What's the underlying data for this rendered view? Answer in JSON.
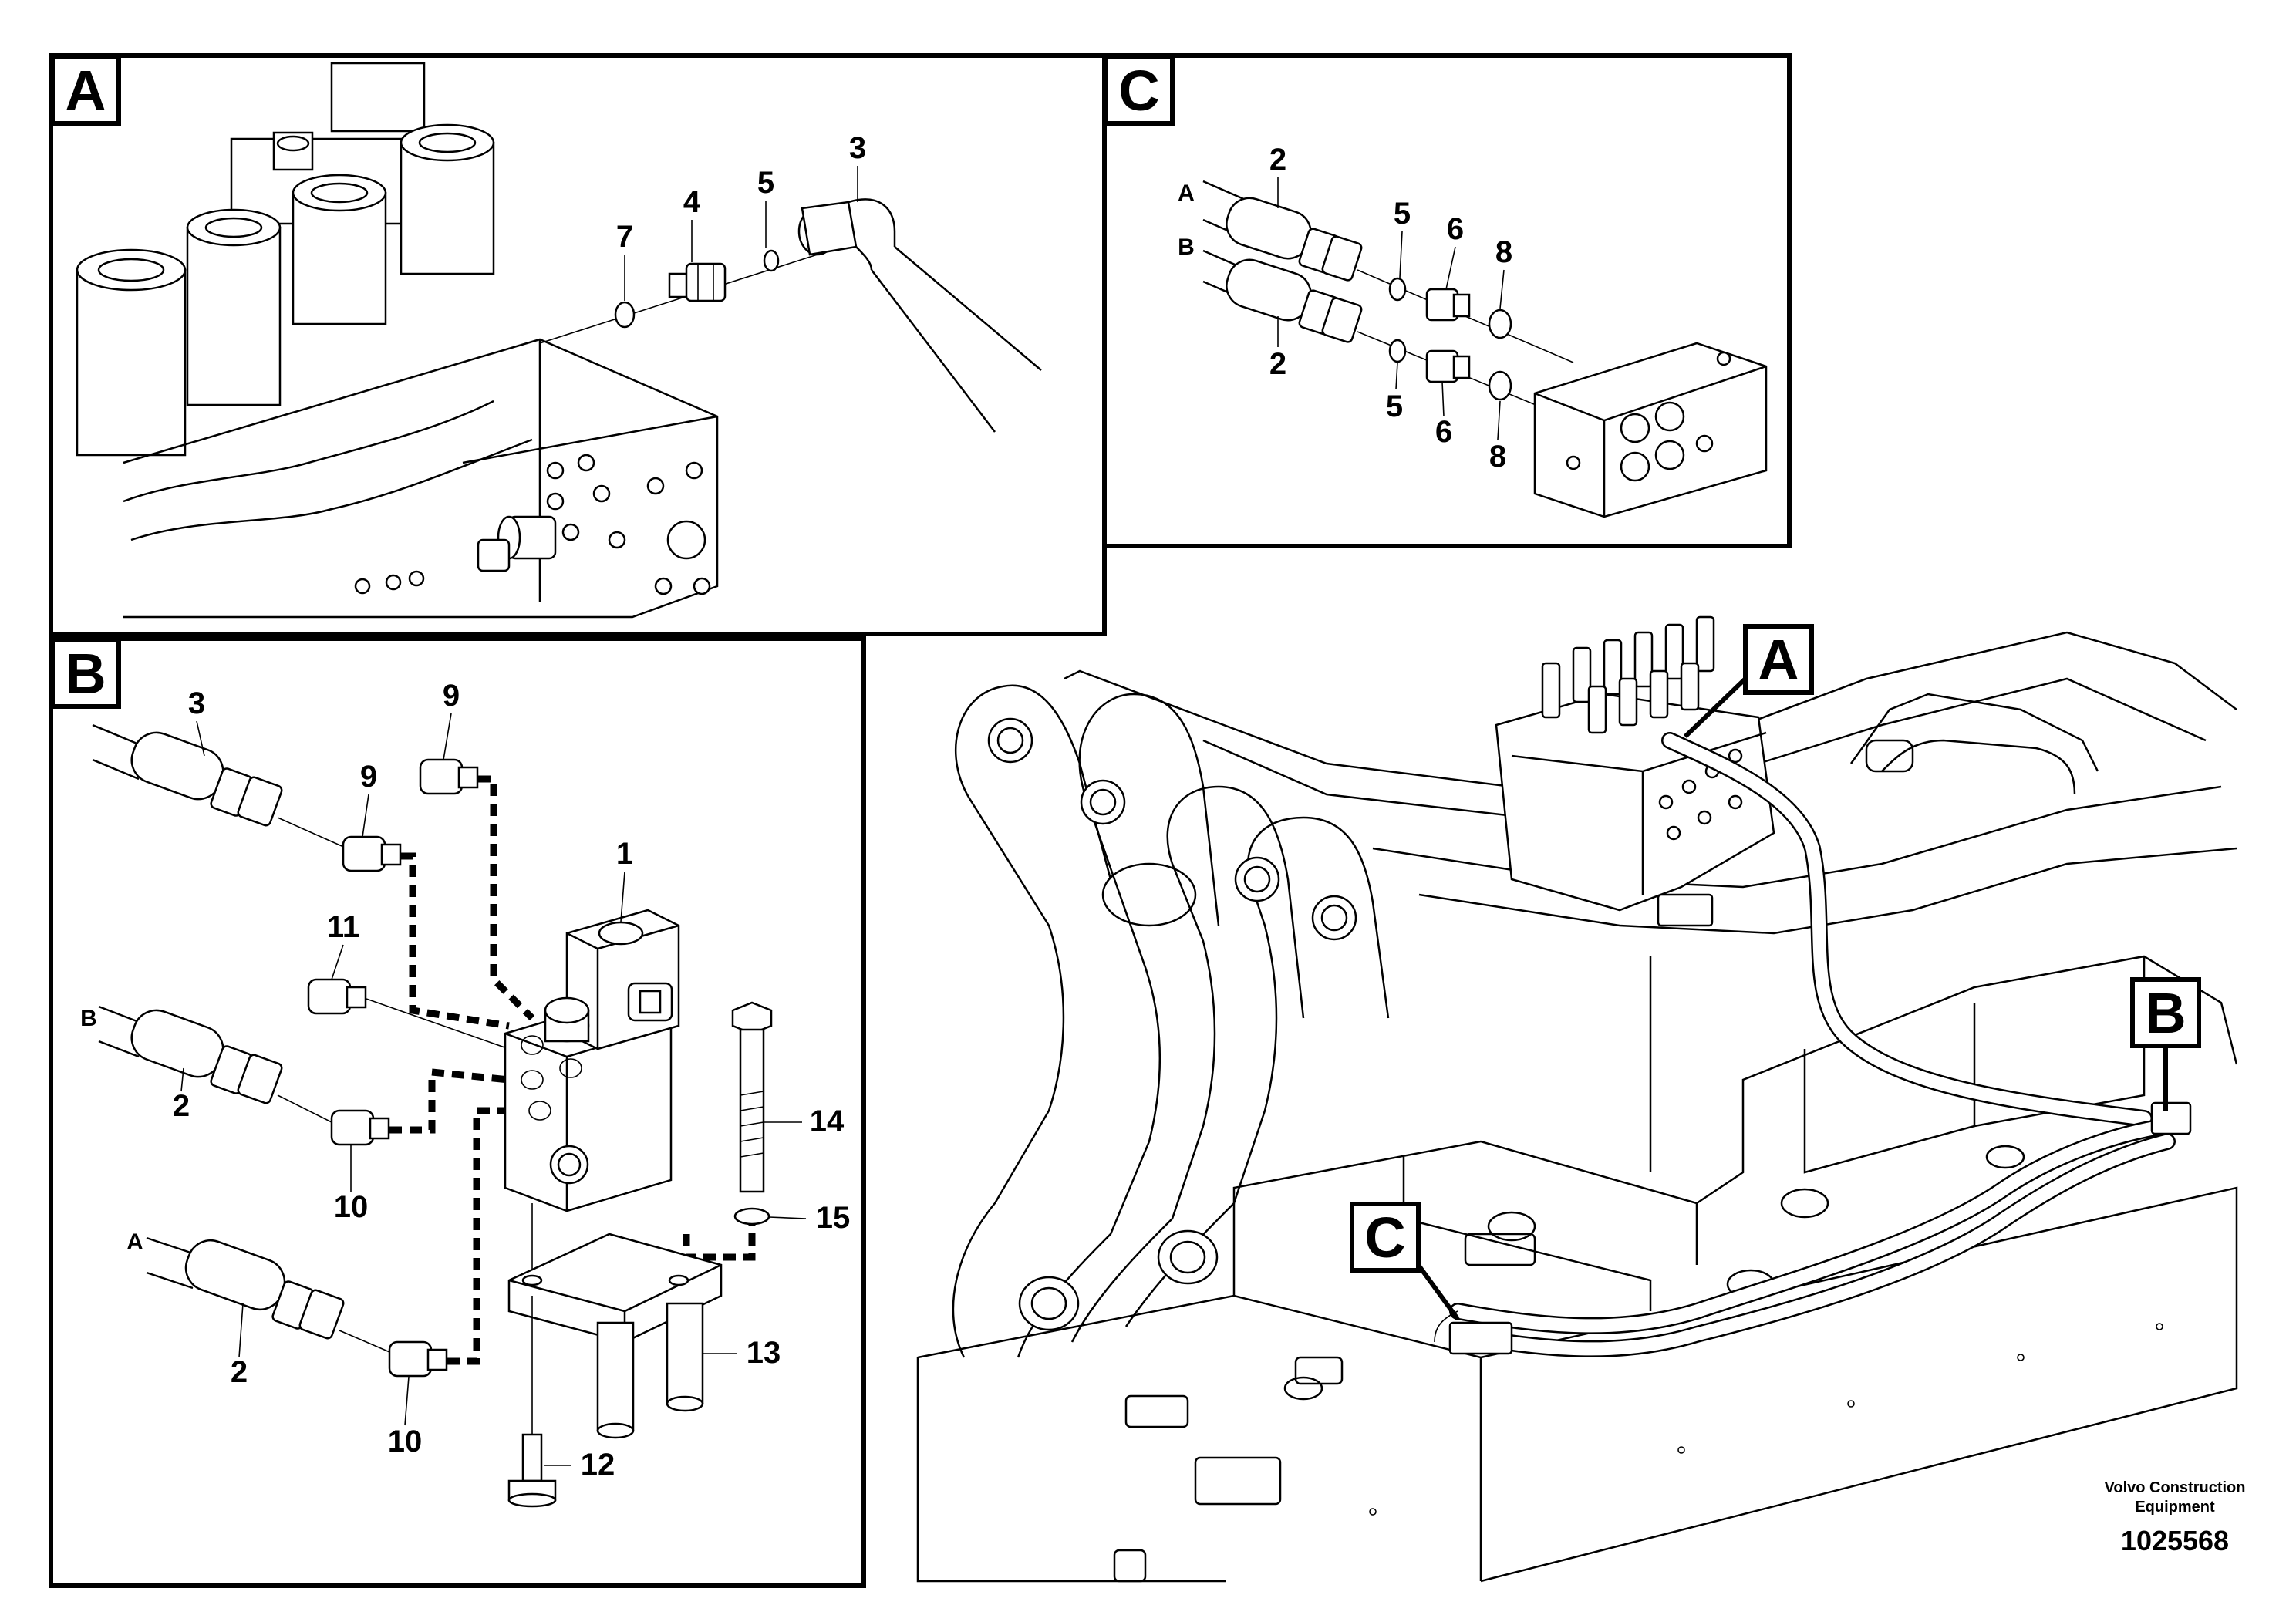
{
  "panels": {
    "a": {
      "tag": "A",
      "callouts": [
        "7",
        "4",
        "5",
        "3"
      ]
    },
    "c": {
      "tag": "C",
      "callouts": [
        "2",
        "5",
        "6",
        "8",
        "2",
        "5",
        "6",
        "8"
      ],
      "port_labels": [
        "A",
        "B"
      ]
    },
    "b": {
      "tag": "B",
      "callouts": [
        "3",
        "9",
        "9",
        "1",
        "11",
        "2",
        "10",
        "14",
        "15",
        "2",
        "13",
        "10",
        "12"
      ],
      "port_labels": [
        "B",
        "A"
      ]
    }
  },
  "overview": {
    "markers": [
      "A",
      "B",
      "C"
    ]
  },
  "footer": {
    "publisher_line1": "Volvo Construction",
    "publisher_line2": "Equipment",
    "figure_number": "1025568"
  }
}
